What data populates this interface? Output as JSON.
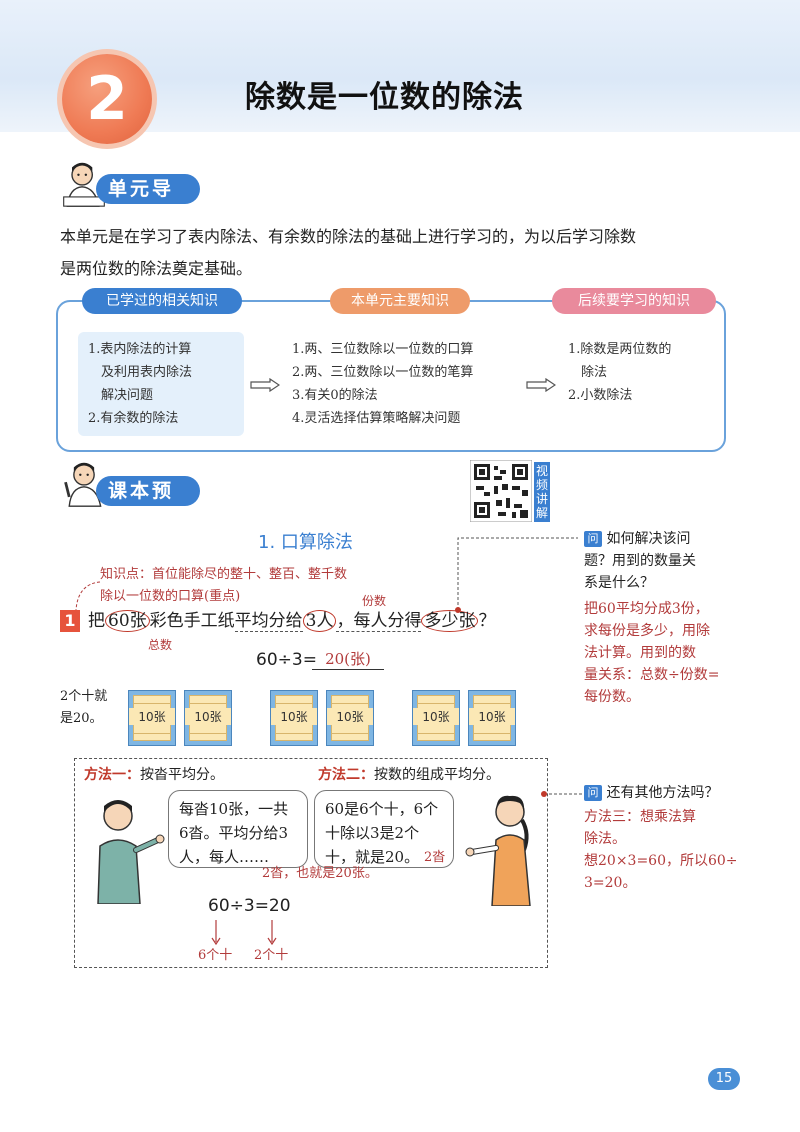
{
  "header": {
    "unit_number": "2",
    "title": "除数是一位数的除法"
  },
  "guide": {
    "pill": "单元导读",
    "text_line1": "本单元是在学习了表内除法、有余数的除法的基础上进行学习的，为以后学习除数",
    "text_line2": "是两位数的除法奠定基础。"
  },
  "knowledge": {
    "tab_prior": "已学过的相关知识",
    "tab_main": "本单元主要知识",
    "tab_future": "后续要学习的知识",
    "prior_items": [
      "1.表内除法的计算",
      "　及利用表内除法",
      "　解决问题",
      "2.有余数的除法"
    ],
    "main_items": [
      "1.两、三位数除以一位数的口算",
      "2.两、三位数除以一位数的笔算",
      "3.有关0的除法",
      "4.灵活选择估算策略解决问题"
    ],
    "future_items": [
      "1.除数是两位数的",
      "　除法",
      "2.小数除法"
    ]
  },
  "preview": {
    "pill": "课本预习",
    "qr_label": "视频讲解"
  },
  "lesson": {
    "title": "1. 口算除法",
    "knowledge_point_line1": "知识点：首位能除尽的整十、整百、整千数",
    "knowledge_point_line2": "除以一位数的口算(重点)",
    "example_number": "1",
    "problem_parts": [
      "把",
      "60张",
      "彩色手工纸",
      "平均分给",
      "3人",
      "，每人分得",
      "多少张",
      "？"
    ],
    "note_each": "份数",
    "note_total": "总数",
    "equation": "60÷3=",
    "answer": "20(张)",
    "side_note_line1": "2个十就",
    "side_note_line2": "是20。",
    "paper_label": "10张"
  },
  "methods": {
    "method1_title": "方法一：",
    "method1_desc": "按沓平均分。",
    "method2_title": "方法二：",
    "method2_desc": "按数的组成平均分。",
    "bubble1_lines": [
      "每沓10张，一共",
      "6沓。平均分给3",
      "人，每人……"
    ],
    "bubble2_lines": [
      "60是6个十，6个",
      "十除以3是2个",
      "十，就是20。"
    ],
    "note_2stacks": "2沓",
    "note_2stacks_full": "2沓，也就是20张。",
    "equation": "60÷3=20",
    "label_6tens": "6个十",
    "label_2tens": "2个十"
  },
  "sidebar": {
    "q1_icon": "问",
    "q1_line1": "如何解决该问",
    "q1_line2": "题？用到的数量关",
    "q1_line3": "系是什么？",
    "a1_lines": [
      "把60平均分成3份，",
      "求每份是多少，用除",
      "法计算。用到的数",
      "量关系：总数÷份数=",
      "每份数。"
    ],
    "q2_icon": "问",
    "q2_text": "还有其他方法吗？",
    "a2_lines": [
      "方法三：想乘法算",
      "除法。",
      "想20×3=60，所以60÷",
      "3=20。"
    ]
  },
  "page_number": "15",
  "colors": {
    "accent_blue": "#3a7fd0",
    "badge_orange": "#ef7a54",
    "note_red": "#b23b3b",
    "tab_pink": "#e98a9c",
    "tab_orange": "#ee9b6a"
  }
}
